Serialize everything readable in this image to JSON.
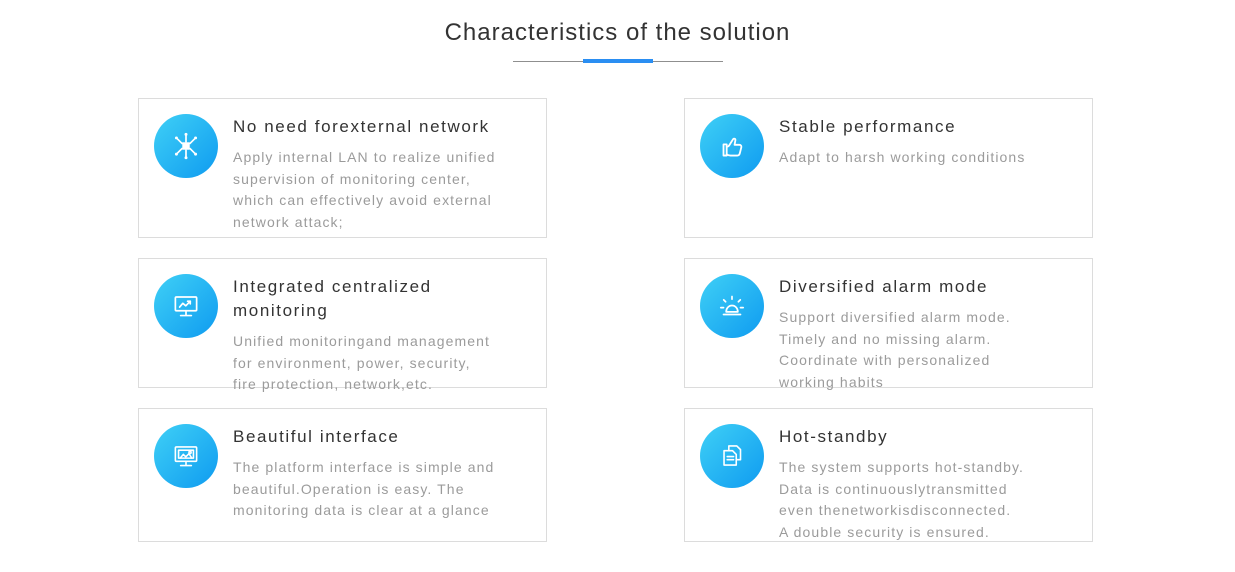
{
  "page": {
    "title": "Characteristics of the solution"
  },
  "colors": {
    "accent": "#2a8ef2",
    "icon_gradient_start": "#3fd0f6",
    "icon_gradient_end": "#0f9bf0",
    "title_text": "#333333",
    "description_text": "#9b9b9b",
    "card_border": "#dcdcdc"
  },
  "cards": [
    {
      "icon": "network-hub-icon",
      "title": "No need forexternal network",
      "description": "Apply internal LAN to realize unified\n supervision of monitoring center,\nwhich can effectively avoid external\nnetwork attack;"
    },
    {
      "icon": "thumbs-up-icon",
      "title": "Stable performance",
      "description": "Adapt to harsh working conditions"
    },
    {
      "icon": "monitor-icon",
      "title": "Integrated centralized monitoring",
      "description": "Unified monitoringand management\nfor environment, power, security,\nfire protection, network,etc."
    },
    {
      "icon": "alarm-icon",
      "title": "Diversified alarm mode",
      "description": "Support diversified alarm mode.\nTimely and no missing alarm.\nCoordinate with personalized\nworking habits"
    },
    {
      "icon": "interface-image-icon",
      "title": "Beautiful interface",
      "description": "The platform interface is simple and\nbeautiful.Operation is easy. The\nmonitoring data is clear at a glance"
    },
    {
      "icon": "documents-icon",
      "title": "Hot-standby",
      "description": "The system supports hot-standby.\nData is continuouslytransmitted\neven thenetworkisdisconnected.\nA double security is ensured."
    }
  ]
}
